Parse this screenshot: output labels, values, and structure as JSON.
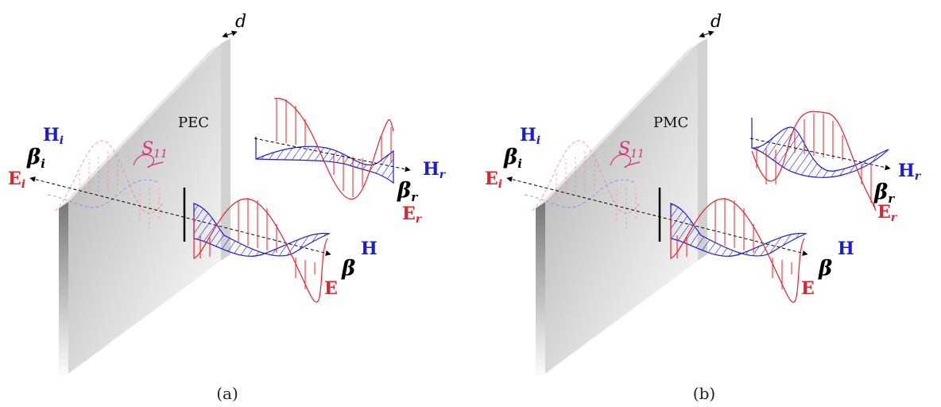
{
  "colors": {
    "e_field": "#e8202a",
    "h_field": "#1a1adb",
    "s_param": "#d8327a",
    "axis": "#000000",
    "plate_light": "#f4f4f4",
    "plate_dark": "#a8a8a8"
  },
  "panel_a": {
    "caption": "(a)",
    "material": "PEC",
    "thickness": "d",
    "s_param": {
      "base": "S",
      "sub": "11"
    },
    "incident": {
      "E": {
        "base": "E",
        "sub": "i"
      },
      "H": {
        "base": "H",
        "sub": "i"
      },
      "beta": {
        "base": "β",
        "sub": "i"
      }
    },
    "reflected": {
      "E": {
        "base": "E",
        "sub": "r"
      },
      "H": {
        "base": "H",
        "sub": "r"
      },
      "beta": {
        "base": "β",
        "sub": "r"
      }
    },
    "transmitted": {
      "E": "E",
      "H": "H",
      "beta": "β"
    }
  },
  "panel_b": {
    "caption": "(b)",
    "material": "PMC",
    "thickness": "d",
    "s_param": {
      "base": "S",
      "sub": "11"
    },
    "incident": {
      "E": {
        "base": "E",
        "sub": "i"
      },
      "H": {
        "base": "H",
        "sub": "i"
      },
      "beta": {
        "base": "β",
        "sub": "i"
      }
    },
    "reflected": {
      "E": {
        "base": "E",
        "sub": "r"
      },
      "H": {
        "base": "H",
        "sub": "r"
      },
      "beta": {
        "base": "β",
        "sub": "r"
      }
    },
    "transmitted": {
      "E": "E",
      "H": "H",
      "beta": "β"
    }
  }
}
